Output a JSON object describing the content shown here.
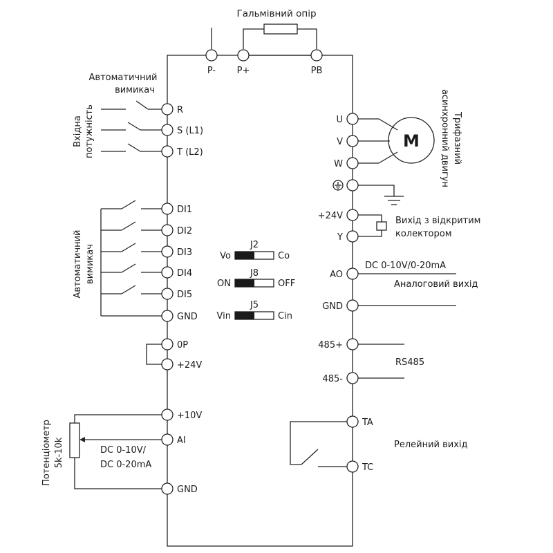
{
  "top": {
    "brake_resistor": "Гальмівний опір",
    "terminals": [
      "P-",
      "P+",
      "PB"
    ]
  },
  "left": {
    "breaker_label": [
      "Автоматичний",
      "вимикач"
    ],
    "input_power": [
      "Вхідна",
      "потужність"
    ],
    "power_terminals": [
      "R",
      "S (L1)",
      "T (L2)"
    ],
    "digital_breaker_label": [
      "Автоматичний",
      "вимикач"
    ],
    "digital_terminals": [
      "DI1",
      "DI2",
      "DI3",
      "DI4",
      "DI5",
      "GND"
    ],
    "op_terminals": [
      "0P",
      "+24V"
    ],
    "potentiometer": [
      "Потенціометр",
      "5k-10k"
    ],
    "analog_terminals": [
      "+10V",
      "AI",
      "GND"
    ],
    "analog_input_range": [
      "DC 0-10V/",
      "DC 0-20mA"
    ]
  },
  "jumpers": [
    {
      "name": "J2",
      "left": "Vo",
      "right": "Co"
    },
    {
      "name": "J8",
      "left": "ON",
      "right": "OFF"
    },
    {
      "name": "J5",
      "left": "Vin",
      "right": "Cin"
    }
  ],
  "right": {
    "motor_terminals": [
      "U",
      "V",
      "W"
    ],
    "motor_symbol": "M",
    "motor_label": [
      "Трифазний",
      "асинхронний двигун"
    ],
    "open_collector_terminals": [
      "+24V",
      "Y"
    ],
    "open_collector_label": [
      "Вихід з відкритим",
      "колектором"
    ],
    "ao_terminal": "AO",
    "ao_range": "DC 0-10V/0-20mA",
    "ao_label": "Аналоговий вихід",
    "gnd_terminal": "GND",
    "rs485_terminals": [
      "485+",
      "485-"
    ],
    "rs485_label": "RS485",
    "relay_terminals": [
      "TA",
      "TC"
    ],
    "relay_label": "Релейний вихід"
  }
}
